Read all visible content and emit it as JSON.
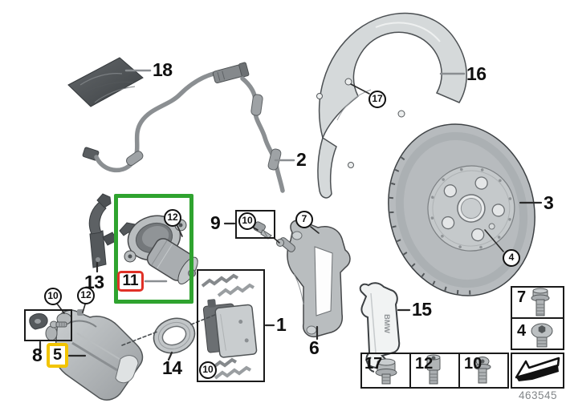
{
  "diagram": {
    "part_number_label": "463545",
    "plate_text": "BMW",
    "labels": {
      "n1": "1",
      "n2": "2",
      "n3": "3",
      "n4": "4",
      "n5": "5",
      "n6": "6",
      "n7": "7",
      "n8": "8",
      "n9": "9",
      "n10": "10",
      "n11": "11",
      "n12": "12",
      "n13": "13",
      "n14": "14",
      "n15": "15",
      "n16": "16",
      "n17": "17",
      "n18": "18"
    },
    "highlight_colors": {
      "group_box": "#2fa32f",
      "part_11_box": "#e03127",
      "part_5_box": "#f2c400"
    }
  }
}
